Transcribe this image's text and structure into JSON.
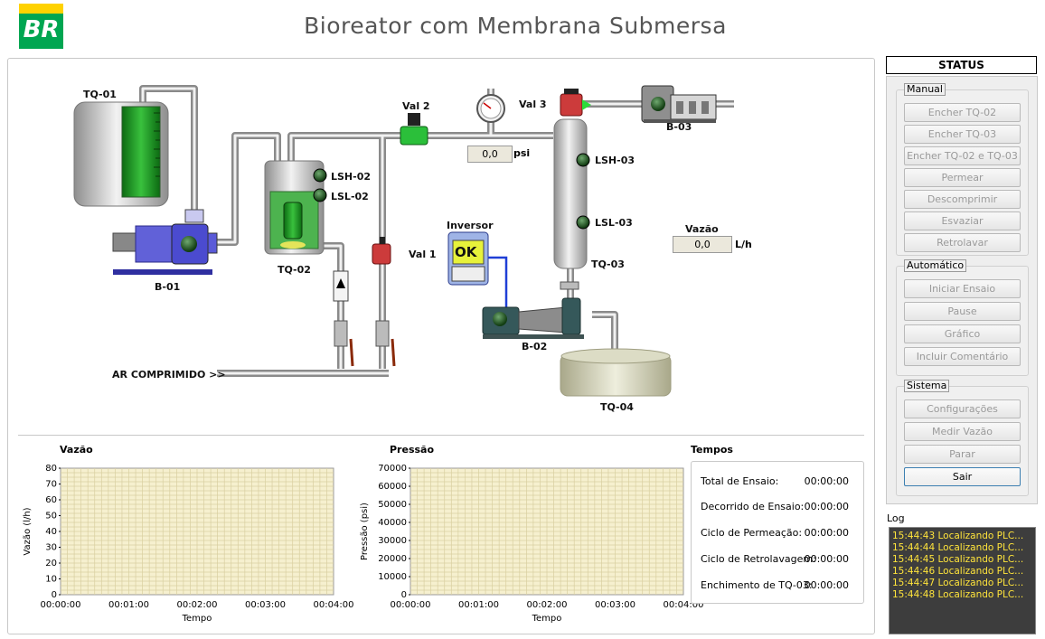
{
  "app": {
    "title": "Bioreator com Membrana Submersa",
    "logo_text": "BR"
  },
  "diagram": {
    "tanks": {
      "tq01": "TQ-01",
      "tq02": "TQ-02",
      "tq03": "TQ-03",
      "tq04": "TQ-04"
    },
    "pumps": {
      "b01": "B-01",
      "b02": "B-02",
      "b03": "B-03"
    },
    "valves": {
      "val1": "Val 1",
      "val2": "Val 2",
      "val3": "Val 3"
    },
    "sensors": {
      "lsh02": "LSH-02",
      "lsl02": "LSL-02",
      "lsh03": "LSH-03",
      "lsl03": "LSL-03"
    },
    "pressure": {
      "value": "0,0",
      "unit": "psi"
    },
    "flow": {
      "label": "Vazão",
      "value": "0,0",
      "unit": "L/h"
    },
    "inverter": {
      "label": "Inversor",
      "ok": "OK"
    },
    "air_label": "AR COMPRIMIDO >>"
  },
  "status": {
    "title": "STATUS",
    "groups": [
      {
        "label": "Manual",
        "buttons": [
          "Encher TQ-02",
          "Encher TQ-03",
          "Encher TQ-02 e TQ-03",
          "Permear",
          "Descomprimir",
          "Esvaziar",
          "Retrolavar"
        ]
      },
      {
        "label": "Automático",
        "buttons": [
          "Iniciar Ensaio",
          "Pause",
          "Gráfico",
          "Incluir Comentário"
        ]
      },
      {
        "label": "Sistema",
        "buttons": [
          "Configurações",
          "Medir Vazão",
          "Parar",
          "Sair"
        ]
      }
    ]
  },
  "log": {
    "label": "Log",
    "lines": [
      "15:44:43  Localizando PLC...",
      "15:44:44  Localizando PLC...",
      "15:44:45  Localizando PLC...",
      "15:44:46  Localizando PLC...",
      "15:44:47  Localizando PLC...",
      "15:44:48  Localizando PLC..."
    ]
  },
  "tempos": {
    "title": "Tempos",
    "rows": [
      {
        "label": "Total de Ensaio:",
        "value": "00:00:00"
      },
      {
        "label": "Decorrido de Ensaio:",
        "value": "00:00:00"
      },
      {
        "label": "Ciclo de Permeação:",
        "value": "00:00:00"
      },
      {
        "label": "Ciclo de Retrolavagem:",
        "value": "00:00:00"
      },
      {
        "label": "Enchimento de TQ-03:",
        "value": "00:00:00"
      }
    ]
  },
  "chart_data": [
    {
      "type": "line",
      "title": "Vazão",
      "xlabel": "Tempo",
      "ylabel": "Vazão (l/h)",
      "x_ticks": [
        "00:00:00",
        "00:01:00",
        "00:02:00",
        "00:03:00",
        "00:04:00"
      ],
      "y_ticks": [
        "0",
        "10",
        "20",
        "30",
        "40",
        "50",
        "60",
        "70",
        "80"
      ],
      "ylim": [
        0,
        80
      ],
      "grid": true,
      "series": []
    },
    {
      "type": "line",
      "title": "Pressão",
      "xlabel": "Tempo",
      "ylabel": "Pressão (psi)",
      "x_ticks": [
        "00:00:00",
        "00:01:00",
        "00:02:00",
        "00:03:00",
        "00:04:00"
      ],
      "y_ticks": [
        "0",
        "10000",
        "20000",
        "30000",
        "40000",
        "50000",
        "60000",
        "70000"
      ],
      "ylim": [
        0,
        70000
      ],
      "grid": true,
      "series": []
    }
  ],
  "colors": {
    "chart_bg": "#f6f0cf",
    "grid": "#d9cfa0",
    "log_text": "#ffe43b",
    "log_bg": "#3d3d3d"
  }
}
